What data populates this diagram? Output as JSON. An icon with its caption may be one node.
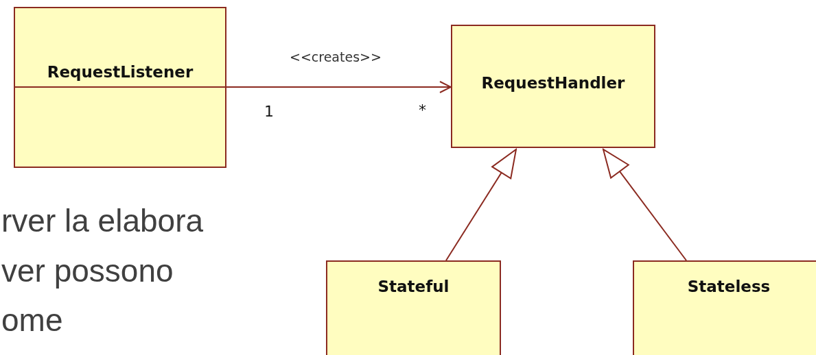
{
  "diagram": {
    "nodes": [
      {
        "text": [
          "RequestListener"
        ]
      },
      {
        "text": [
          "RequestHandler"
        ]
      },
      {
        "text": [
          "Stateful"
        ]
      },
      {
        "text": [
          "Stateless"
        ]
      }
    ],
    "edges": [
      {
        "from": 0,
        "to": 1,
        "arrow": "to",
        "label": "<<creates>>"
      },
      {
        "from": 2,
        "to": 1,
        "arrow": "to"
      },
      {
        "from": 3,
        "to": 1,
        "arrow": "to"
      }
    ],
    "labels": [
      "1",
      "*",
      "rver la elabora",
      "ver possono",
      "ome"
    ]
  }
}
